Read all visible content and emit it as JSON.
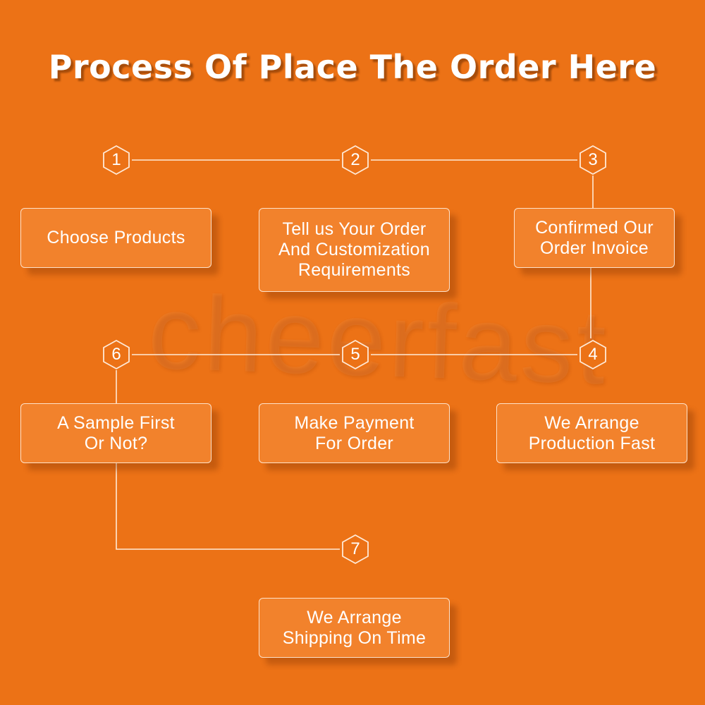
{
  "title": "Process Of Place The Order Here",
  "watermark": "cheerfast",
  "colors": {
    "background": "#EC7216",
    "box": "#F2822C",
    "line": "#FFE9D6",
    "text": "#FFFFFF"
  },
  "steps": [
    {
      "number": "1",
      "label": "Choose Products"
    },
    {
      "number": "2",
      "label": "Tell us Your Order\nAnd Customization\nRequirements"
    },
    {
      "number": "3",
      "label": "Confirmed Our\nOrder Invoice"
    },
    {
      "number": "4",
      "label": "We Arrange\nProduction Fast"
    },
    {
      "number": "5",
      "label": "Make Payment\nFor Order"
    },
    {
      "number": "6",
      "label": "A Sample First\nOr Not?"
    },
    {
      "number": "7",
      "label": "We Arrange\nShipping On Time"
    }
  ]
}
